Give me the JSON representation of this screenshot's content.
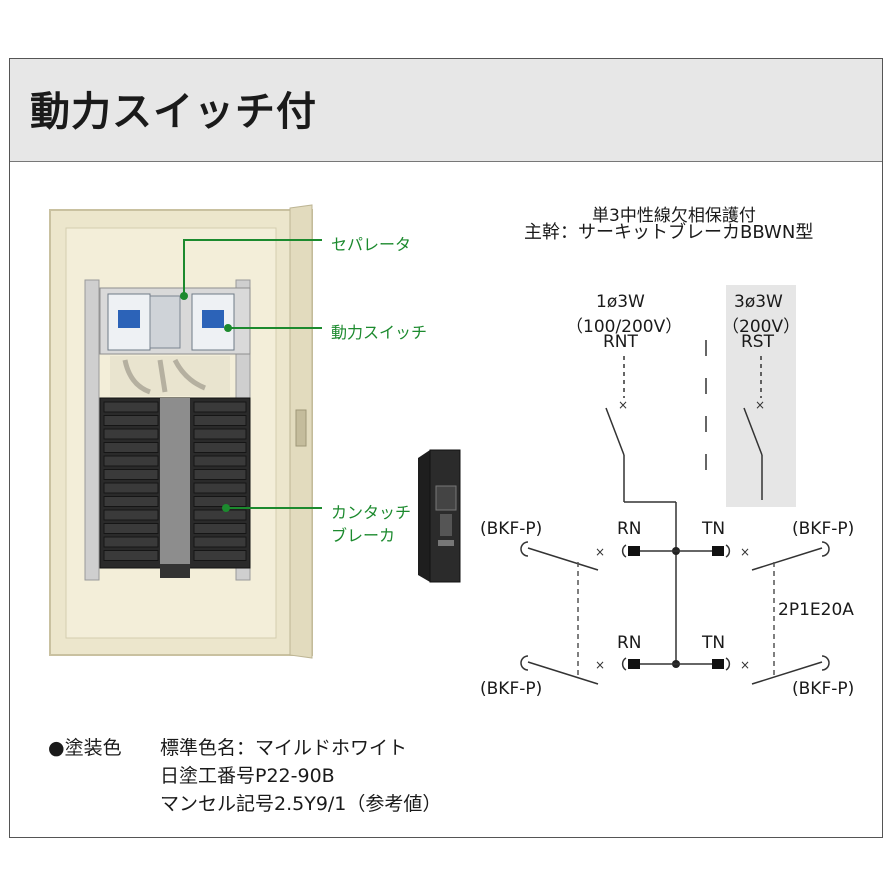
{
  "title": "動力スイッチ付",
  "callouts": {
    "separator": "セパレータ",
    "power_switch": "動力スイッチ",
    "breaker_line1": "カンタッチ",
    "breaker_line2": "ブレーカ"
  },
  "diagram": {
    "subtitle_small": "単3中性線欠相保護付",
    "subtitle_main": "主幹：サーキットブレーカBBWN型",
    "left_source": [
      "1ø3W",
      "（100/200V）",
      "RNT"
    ],
    "right_source": [
      "3ø3W",
      "（200V）",
      "RST"
    ],
    "bkf": "(BKF-P)",
    "rn": "RN",
    "tn": "TN",
    "branch_rating": "2P1E20A"
  },
  "paint": {
    "bullet_label": "●塗装色",
    "line1": "標準色名：マイルドホワイト",
    "line2": "日塗工番号P22-90B",
    "line3": "マンセル記号2.5Y9/1（参考値）"
  },
  "colors": {
    "header_bg": "#e7e7e7",
    "callout_green": "#1c8a2e",
    "cabinet": "#ece6cc",
    "highlight_box": "#e6e6e6"
  }
}
